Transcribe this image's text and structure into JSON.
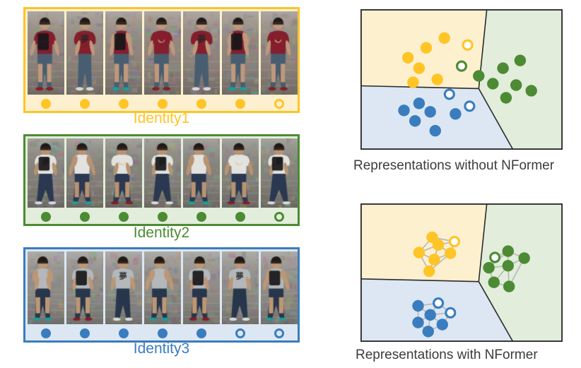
{
  "figure": {
    "title": "NFormer representation illustration",
    "background": "#ffffff"
  },
  "palette": {
    "yellow": "#FFC425",
    "yellow_border": "#F4B31E",
    "yellow_fill": "#FDF0CF",
    "green": "#4C8B33",
    "green_border": "#4C8B33",
    "green_fill": "#E2EDDB",
    "blue": "#3A7DBE",
    "blue_border": "#3A7DBE",
    "blue_fill": "#DCE7F3",
    "panel_stroke": "#2b2b2b",
    "edge_stroke": "#b9b9b9"
  },
  "tracklets": [
    {
      "id": "identity1",
      "label": "Identity1",
      "color": "#FFC425",
      "box_fill": "#FDF0CF",
      "box_border": "#FFC425",
      "frame_count": 7,
      "markers": [
        "filled",
        "filled",
        "filled",
        "filled",
        "filled",
        "filled",
        "hollow"
      ],
      "shirt": "#8C2030",
      "pants": "#4C6377",
      "skin": "#CBA183",
      "bg": "#9a8f86"
    },
    {
      "id": "identity2",
      "label": "Identity2",
      "color": "#4C8B33",
      "box_fill": "#E2EDDB",
      "box_border": "#4C8B33",
      "frame_count": 7,
      "markers": [
        "filled",
        "filled",
        "filled",
        "filled",
        "filled",
        "filled",
        "hollow"
      ],
      "shirt": "#EFEFEA",
      "pants": "#2E3C56",
      "skin": "#C39B78",
      "bg": "#8d8a83"
    },
    {
      "id": "identity3",
      "label": "Identity3",
      "color": "#3A7DBE",
      "box_fill": "#DCE7F3",
      "box_border": "#3A7DBE",
      "frame_count": 7,
      "markers": [
        "filled",
        "filled",
        "filled",
        "filled",
        "filled",
        "hollow",
        "hollow"
      ],
      "shirt": "#BFC2C4",
      "pants": "#2B3950",
      "skin": "#C8A07C",
      "bg": "#9b9893"
    }
  ],
  "panels": [
    {
      "id": "without-nformer",
      "caption": "Representations without NFormer",
      "show_edges": false,
      "regions": [
        {
          "name": "yellow-region",
          "fill": "#FDF0CF"
        },
        {
          "name": "green-region",
          "fill": "#E2EDDB"
        },
        {
          "name": "blue-region",
          "fill": "#DCE7F3"
        }
      ],
      "points": {
        "yellow": [
          {
            "x": 0.415,
            "y": 0.205,
            "style": "filled"
          },
          {
            "x": 0.325,
            "y": 0.275,
            "style": "filled"
          },
          {
            "x": 0.235,
            "y": 0.345,
            "style": "filled"
          },
          {
            "x": 0.29,
            "y": 0.42,
            "style": "filled"
          },
          {
            "x": 0.26,
            "y": 0.52,
            "style": "filled"
          },
          {
            "x": 0.38,
            "y": 0.5,
            "style": "filled"
          },
          {
            "x": 0.53,
            "y": 0.255,
            "style": "hollow"
          }
        ],
        "green": [
          {
            "x": 0.585,
            "y": 0.475,
            "style": "filled"
          },
          {
            "x": 0.655,
            "y": 0.53,
            "style": "filled"
          },
          {
            "x": 0.705,
            "y": 0.42,
            "style": "filled"
          },
          {
            "x": 0.79,
            "y": 0.365,
            "style": "filled"
          },
          {
            "x": 0.77,
            "y": 0.54,
            "style": "filled"
          },
          {
            "x": 0.845,
            "y": 0.58,
            "style": "filled"
          },
          {
            "x": 0.72,
            "y": 0.63,
            "style": "filled"
          },
          {
            "x": 0.5,
            "y": 0.405,
            "style": "hollow"
          }
        ],
        "blue": [
          {
            "x": 0.215,
            "y": 0.72,
            "style": "filled"
          },
          {
            "x": 0.29,
            "y": 0.67,
            "style": "filled"
          },
          {
            "x": 0.345,
            "y": 0.73,
            "style": "filled"
          },
          {
            "x": 0.27,
            "y": 0.795,
            "style": "filled"
          },
          {
            "x": 0.37,
            "y": 0.865,
            "style": "filled"
          },
          {
            "x": 0.47,
            "y": 0.745,
            "style": "filled"
          },
          {
            "x": 0.44,
            "y": 0.605,
            "style": "hollow"
          },
          {
            "x": 0.54,
            "y": 0.69,
            "style": "hollow"
          }
        ]
      }
    },
    {
      "id": "with-nformer",
      "caption": "Representations with NFormer",
      "show_edges": true,
      "regions": [
        {
          "name": "yellow-region",
          "fill": "#FDF0CF"
        },
        {
          "name": "green-region",
          "fill": "#E2EDDB"
        },
        {
          "name": "blue-region",
          "fill": "#DCE7F3"
        }
      ],
      "points": {
        "yellow": [
          {
            "x": 0.355,
            "y": 0.245,
            "style": "filled"
          },
          {
            "x": 0.385,
            "y": 0.3,
            "style": "filled"
          },
          {
            "x": 0.29,
            "y": 0.355,
            "style": "filled"
          },
          {
            "x": 0.365,
            "y": 0.405,
            "style": "filled"
          },
          {
            "x": 0.445,
            "y": 0.36,
            "style": "filled"
          },
          {
            "x": 0.34,
            "y": 0.49,
            "style": "filled"
          },
          {
            "x": 0.465,
            "y": 0.275,
            "style": "hollow"
          }
        ],
        "green": [
          {
            "x": 0.73,
            "y": 0.345,
            "style": "filled"
          },
          {
            "x": 0.81,
            "y": 0.395,
            "style": "filled"
          },
          {
            "x": 0.73,
            "y": 0.45,
            "style": "filled"
          },
          {
            "x": 0.635,
            "y": 0.465,
            "style": "filled"
          },
          {
            "x": 0.66,
            "y": 0.57,
            "style": "filled"
          },
          {
            "x": 0.735,
            "y": 0.6,
            "style": "filled"
          },
          {
            "x": 0.665,
            "y": 0.39,
            "style": "hollow"
          }
        ],
        "blue": [
          {
            "x": 0.285,
            "y": 0.74,
            "style": "filled"
          },
          {
            "x": 0.345,
            "y": 0.805,
            "style": "filled"
          },
          {
            "x": 0.285,
            "y": 0.86,
            "style": "filled"
          },
          {
            "x": 0.335,
            "y": 0.925,
            "style": "filled"
          },
          {
            "x": 0.405,
            "y": 0.875,
            "style": "filled"
          },
          {
            "x": 0.385,
            "y": 0.72,
            "style": "hollow"
          },
          {
            "x": 0.445,
            "y": 0.79,
            "style": "hollow"
          }
        ]
      },
      "edges": {
        "yellow": [
          [
            0,
            1
          ],
          [
            0,
            2
          ],
          [
            0,
            6
          ],
          [
            1,
            2
          ],
          [
            1,
            3
          ],
          [
            1,
            4
          ],
          [
            1,
            6
          ],
          [
            2,
            3
          ],
          [
            3,
            4
          ],
          [
            3,
            5
          ],
          [
            2,
            5
          ],
          [
            4,
            6
          ],
          [
            5,
            4
          ]
        ],
        "green": [
          [
            0,
            1
          ],
          [
            0,
            3
          ],
          [
            0,
            6
          ],
          [
            0,
            2
          ],
          [
            1,
            2
          ],
          [
            2,
            3
          ],
          [
            2,
            4
          ],
          [
            2,
            5
          ],
          [
            3,
            4
          ],
          [
            4,
            5
          ],
          [
            1,
            5
          ],
          [
            3,
            6
          ]
        ],
        "blue": [
          [
            0,
            1
          ],
          [
            0,
            2
          ],
          [
            0,
            5
          ],
          [
            1,
            2
          ],
          [
            1,
            3
          ],
          [
            1,
            4
          ],
          [
            1,
            5
          ],
          [
            1,
            6
          ],
          [
            2,
            3
          ],
          [
            3,
            4
          ],
          [
            4,
            6
          ],
          [
            5,
            6
          ]
        ]
      }
    }
  ]
}
